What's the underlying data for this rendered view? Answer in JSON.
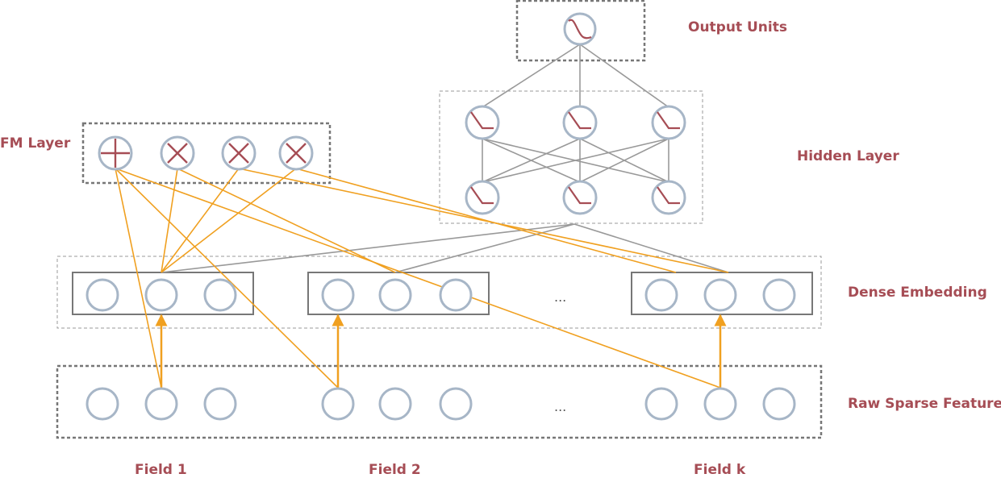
{
  "labels": {
    "output_units": "Output Units",
    "hidden_layer": "Hidden Layer",
    "fm_layer": "FM Layer",
    "dense_embedding": "Dense Embedding",
    "raw_sparse_feature": "Raw Sparse Feature"
  },
  "fields": [
    "Field 1",
    "Field 2",
    "Field k"
  ],
  "ellipsis": "...",
  "fm_operations": [
    "add",
    "multiply",
    "multiply",
    "multiply"
  ],
  "hidden_activation": "relu-icon",
  "output_activation": "sigmoid-icon",
  "colors": {
    "label": "#a64d55",
    "node_stroke": "#a7b6c7",
    "box_stroke": "#777777",
    "dashed_stroke": "#888888",
    "fm_connection": "#f0a020",
    "dnn_connection": "#999999",
    "icon": "#a64d55"
  }
}
